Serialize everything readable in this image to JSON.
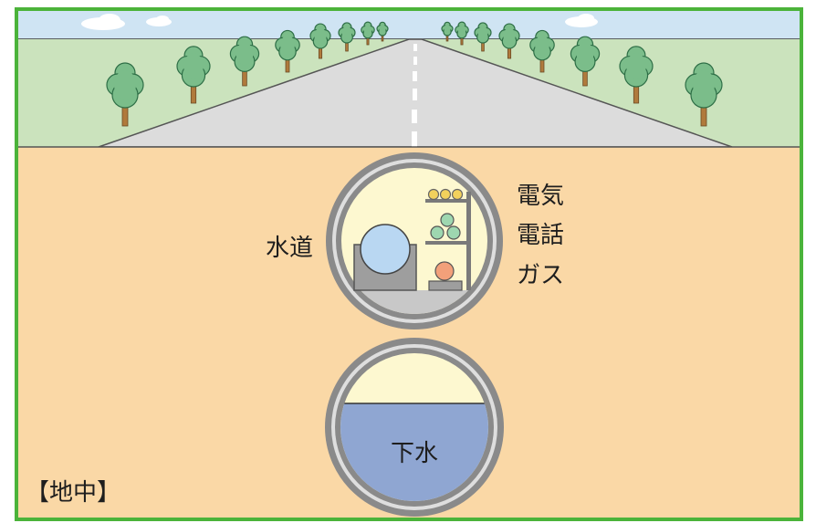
{
  "labels": {
    "water": "水道",
    "electricity": "電気",
    "telephone": "電話",
    "gas": "ガス",
    "sewage": "下水",
    "underground": "【地中】"
  },
  "colors": {
    "frame_border": "#4bb33a",
    "sky": "#cfe4f3",
    "cloud": "#ffffff",
    "grass": "#cbe3bd",
    "road": "#dcdcdc",
    "road_line": "#ffffff",
    "soil": "#fad8a6",
    "tree_foliage": "#7bbd8a",
    "tree_outline": "#2e6e46",
    "trunk": "#b07a3c",
    "pipe_ring": "#8a8a8a",
    "pipe_gap": "#dedede",
    "tunnel_interior": "#fdf8d0",
    "tunnel_floor": "#c8c8c8",
    "water_main": "#b9d7f2",
    "water_base": "#9e9e9e",
    "rack": "#7a7a7a",
    "electric_cables": "#f2d15c",
    "telephone_cables": "#9ed7b0",
    "gas_pipe": "#f2a07a",
    "sewage_water": "#8fa6d2"
  },
  "icons": [
    "cloud-icon",
    "tree-icon",
    "water-main-icon",
    "cable-icon",
    "gas-pipe-icon"
  ]
}
